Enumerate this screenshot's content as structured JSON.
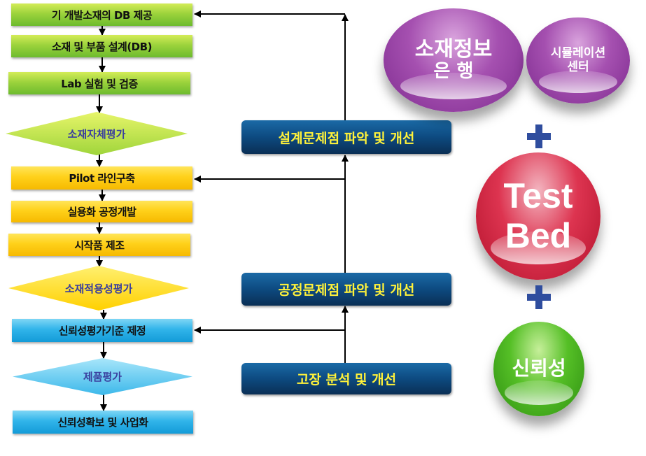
{
  "flow": {
    "steps": [
      "기 개발소재의 DB 제공",
      "소재 및 부품 설계(DB)",
      "Lab 실험 및 검증",
      "소재자체평가",
      "Pilot 라인구축",
      "실용화 공정개발",
      "시작품 제조",
      "소재적용성평가",
      "신뢰성평가기준 제정",
      "제품평가",
      "신뢰성확보 및 사업화"
    ]
  },
  "feedback": {
    "design": "설계문제점 파악 및 개선",
    "process": "공정문제점 파악 및 개선",
    "failure": "고장 분석 및 개선"
  },
  "spheres": {
    "material_bank_line1": "소재정보",
    "material_bank_line2": "은 행",
    "simulation_line1": "시뮬레이션",
    "simulation_line2": "센터",
    "testbed_line1": "Test",
    "testbed_line2": "Bed",
    "reliability": "신뢰성"
  }
}
